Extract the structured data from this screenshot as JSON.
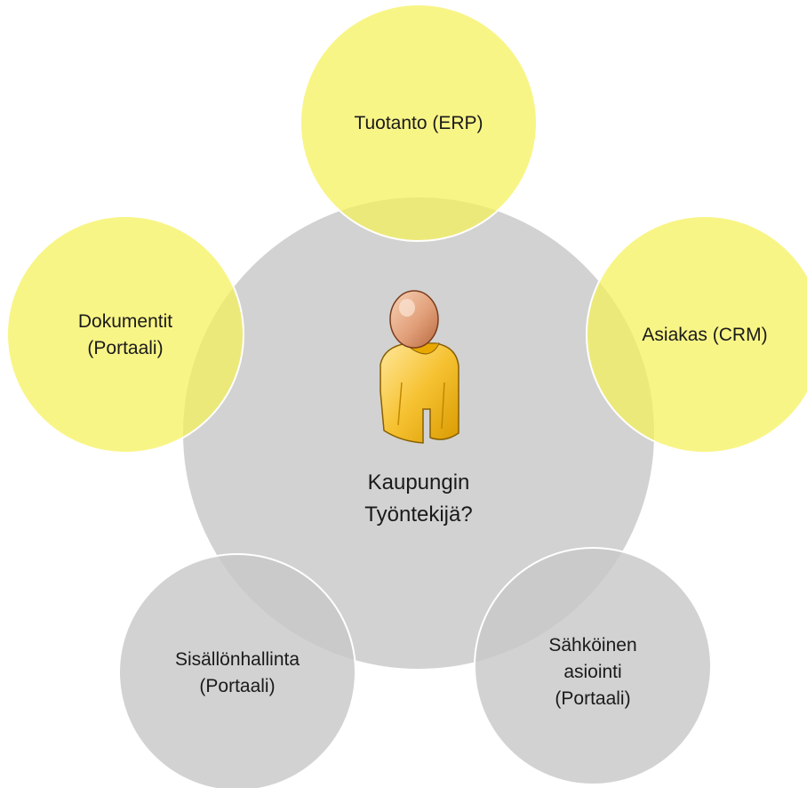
{
  "center": {
    "lines": [
      "Kaupungin",
      "Työntekijä?"
    ],
    "color": "#c8c8c8",
    "icon": "person-icon"
  },
  "satellites": [
    {
      "id": "tuotanto",
      "lines": [
        "Tuotanto (ERP)"
      ],
      "color": "#f5f159"
    },
    {
      "id": "asiakas",
      "lines": [
        "Asiakas (CRM)"
      ],
      "color": "#f5f159"
    },
    {
      "id": "sahkoinen",
      "lines": [
        "Sähköinen",
        "asiointi",
        "(Portaali)"
      ],
      "color": "#c8c8c8"
    },
    {
      "id": "sisallonhallinta",
      "lines": [
        "Sisällönhallinta",
        "(Portaali)"
      ],
      "color": "#c8c8c8"
    },
    {
      "id": "dokumentit",
      "lines": [
        "Dokumentit",
        "(Portaali)"
      ],
      "color": "#f5f159"
    }
  ]
}
